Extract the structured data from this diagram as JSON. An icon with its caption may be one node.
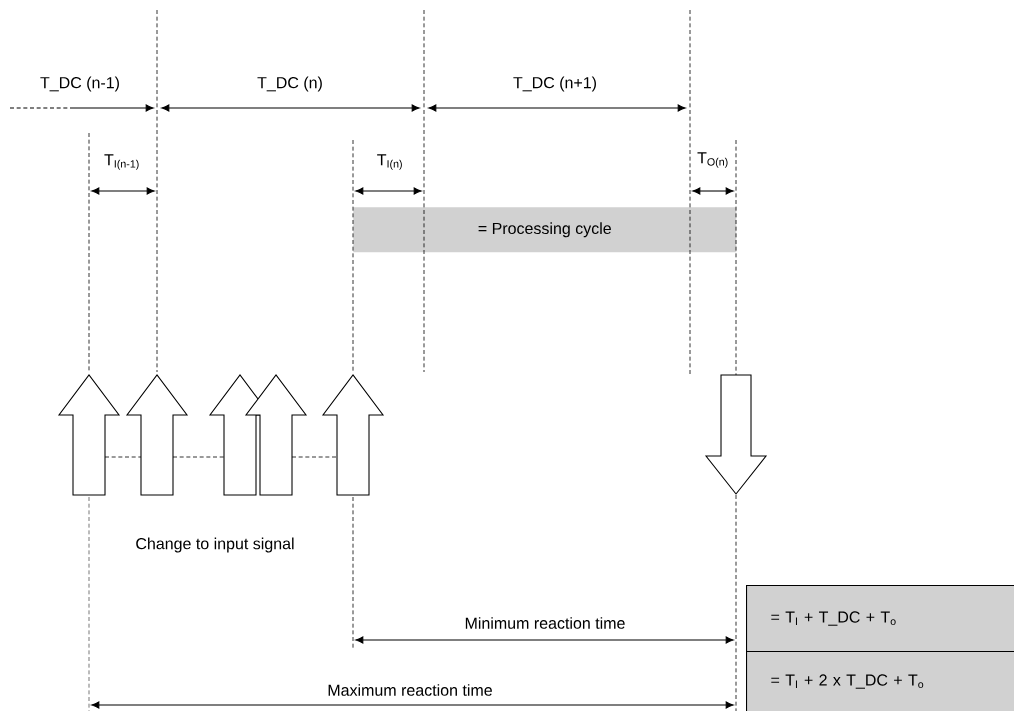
{
  "diagram": {
    "nodes": [
      {
        "text": [
          "= Processing cycle"
        ]
      },
      {
        "text": [
          "= T$_{I}$ + T_DC + T$_{o}$"
        ]
      },
      {
        "text": [
          "= T$_{I}$ + 2 x T_DC + T$_{o}$"
        ]
      }
    ],
    "labels": [
      "T_DC (n-1)",
      "T_DC (n)",
      "T_DC (n+1)",
      "T$_{I(n-1)}$",
      "T$_{I(n)}$",
      "T$_{O(n)}$",
      "Change to input signal",
      "Minimum reaction time",
      "Maximum reaction time"
    ]
  }
}
